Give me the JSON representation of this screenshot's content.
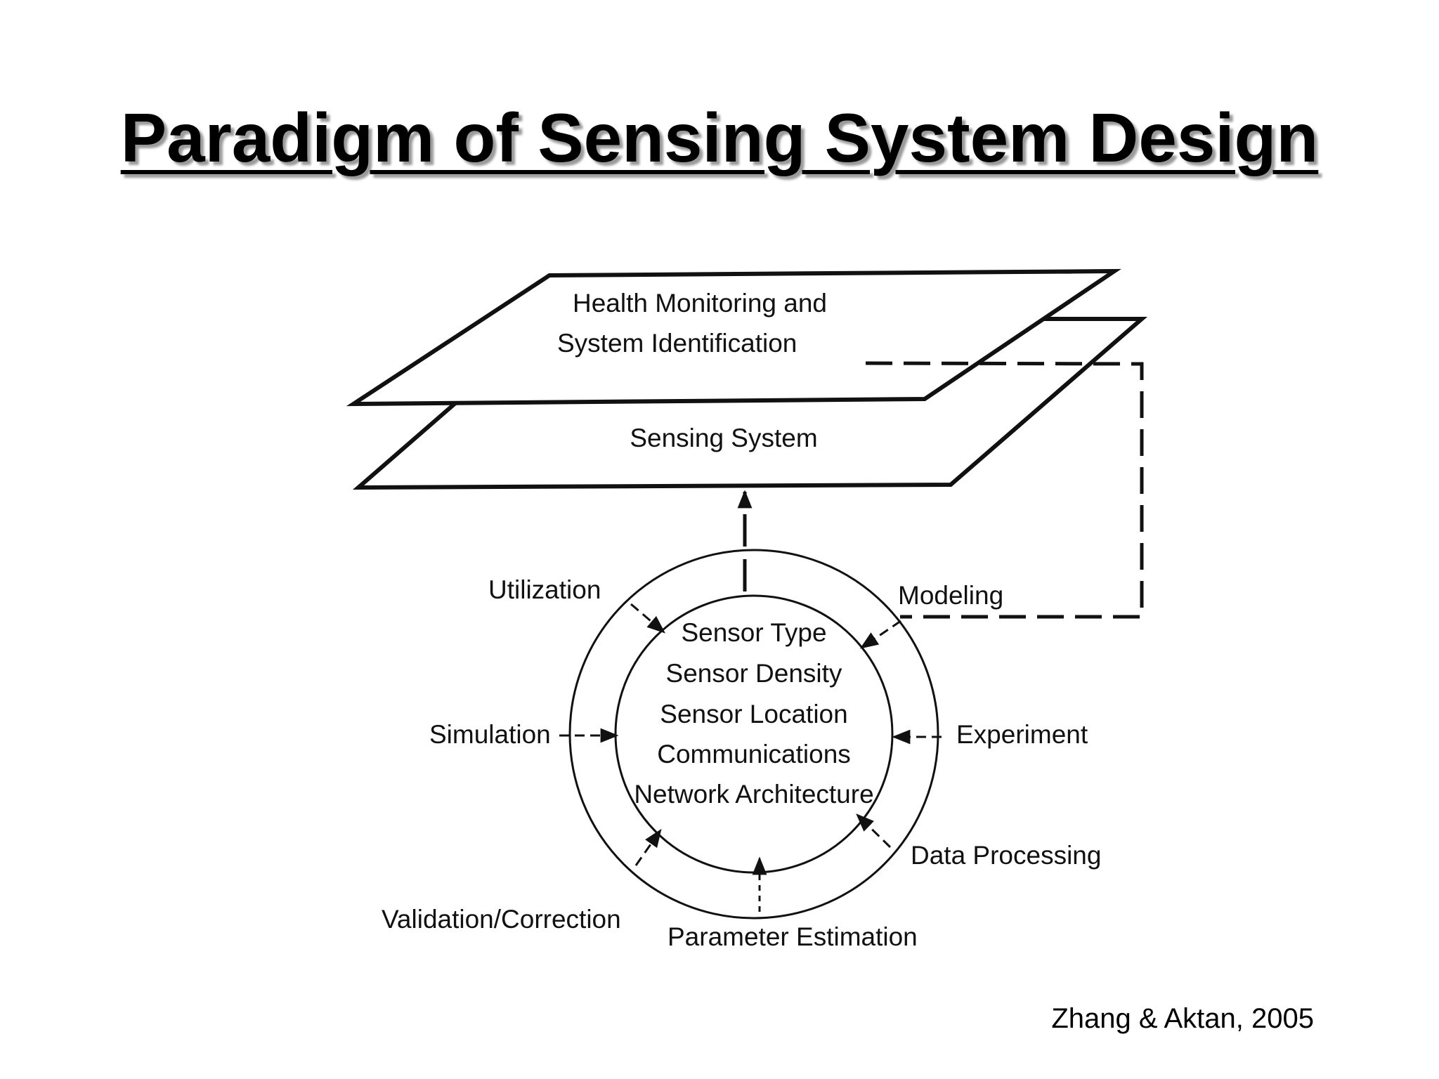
{
  "title": "Paradigm of Sensing System Design",
  "citation": "Zhang & Aktan, 2005",
  "planes": {
    "top_line1": "Health Monitoring and",
    "top_line2": "System Identification",
    "bottom": "Sensing System"
  },
  "core": {
    "items": [
      "Sensor Type",
      "Sensor Density",
      "Sensor Location",
      "Communications",
      "Network Architecture"
    ]
  },
  "activities": {
    "utilization": "Utilization",
    "modeling": "Modeling",
    "simulation": "Simulation",
    "experiment": "Experiment",
    "data_processing": "Data Processing",
    "validation": "Validation/Correction",
    "parameter_estimation": "Parameter Estimation"
  }
}
